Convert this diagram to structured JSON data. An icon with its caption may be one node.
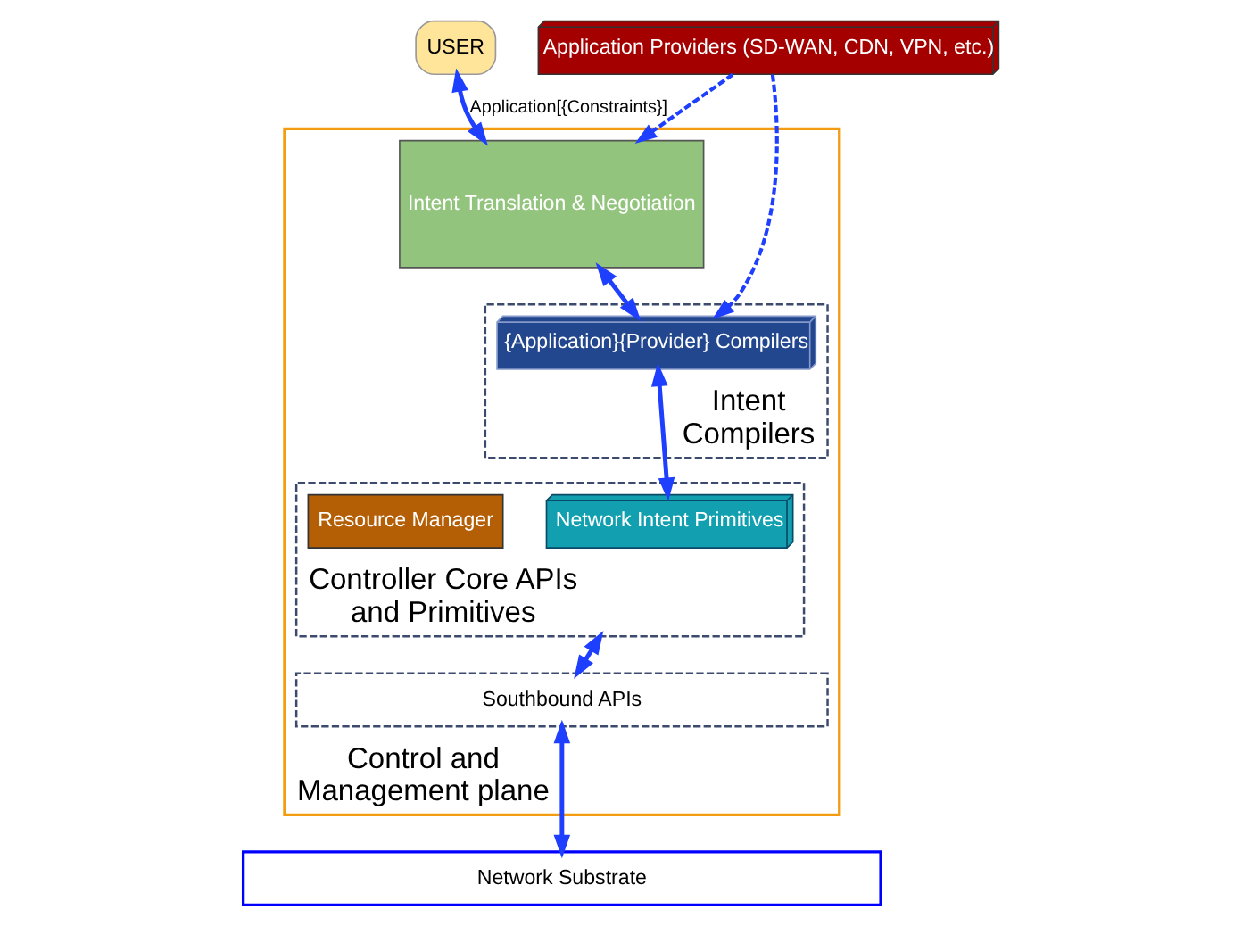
{
  "diagram": {
    "nodes": [
      {
        "text": [
          "USER"
        ]
      },
      {
        "text": [
          "Application Providers (SD-WAN, CDN, VPN, etc.)"
        ]
      },
      {
        "text": [
          "Control and Management plane"
        ]
      },
      {
        "text": [
          "Intent Translation & Negotiation"
        ],
        "in": 2
      },
      {
        "text": [
          "Intent Compilers"
        ],
        "in": 2
      },
      {
        "text": [
          "{Application}{Provider} Compilers"
        ],
        "in": 4
      },
      {
        "text": [
          "Controller Core APIs and Primitives"
        ],
        "in": 2
      },
      {
        "text": [
          "Network Intent Primitives"
        ],
        "in": 6
      },
      {
        "text": [
          "Resource Manager"
        ],
        "in": 6
      },
      {
        "text": [
          "Southbound APIs"
        ],
        "in": 2
      },
      {
        "text": [
          "Network Substrate"
        ]
      }
    ],
    "edges": [
      {
        "from": 0,
        "to": 3,
        "arrow": "both",
        "label": "Application[{Constraints}]"
      },
      {
        "from": 1,
        "to": 3,
        "arrow": "to",
        "style": "dashed"
      },
      {
        "from": 1,
        "to": 5,
        "arrow": "to",
        "style": "dashed"
      },
      {
        "from": 3,
        "to": 5,
        "arrow": "both"
      },
      {
        "from": 5,
        "to": 7,
        "arrow": "both"
      },
      {
        "from": 6,
        "to": 9,
        "arrow": "both"
      },
      {
        "from": 9,
        "to": 10,
        "arrow": "both"
      }
    ]
  }
}
